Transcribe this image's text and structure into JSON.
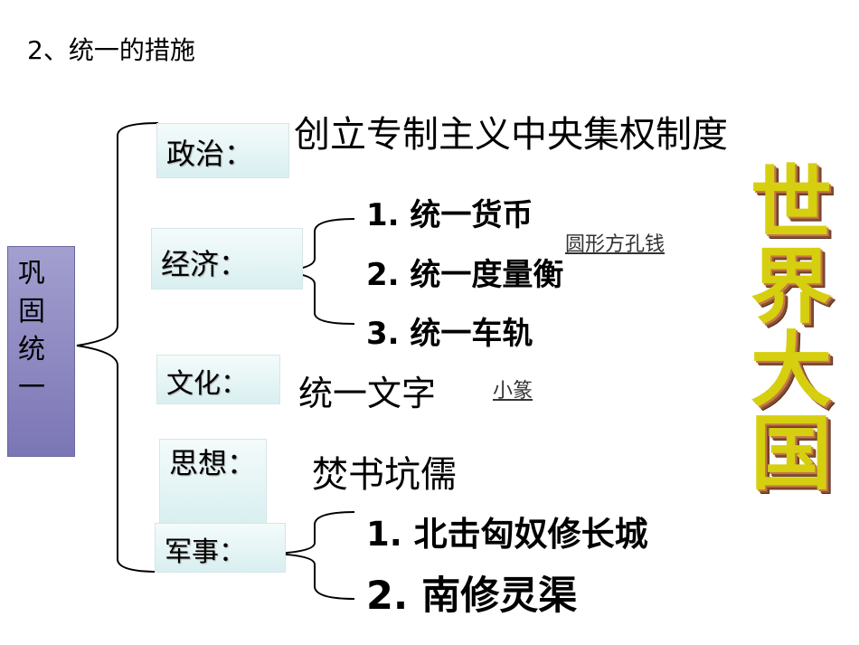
{
  "title": "2、统一的措施",
  "root": "巩固统一",
  "categories": {
    "politics": "政治：",
    "economy": "经济：",
    "culture": "文化：",
    "thought": "思想：",
    "military": "军事："
  },
  "politics_text": "创立专制主义中央集权制度",
  "economy_items": [
    "1. 统一货币",
    "2. 统一度量衡",
    "3. 统一车轨"
  ],
  "economy_note": "圆形方孔钱",
  "culture_text": "统一文字",
  "culture_note": "小篆",
  "thought_text": "焚书坑儒",
  "military_items": [
    "1. 北击匈奴修长城",
    "2. 南修灵渠"
  ],
  "banner": "世界大国"
}
